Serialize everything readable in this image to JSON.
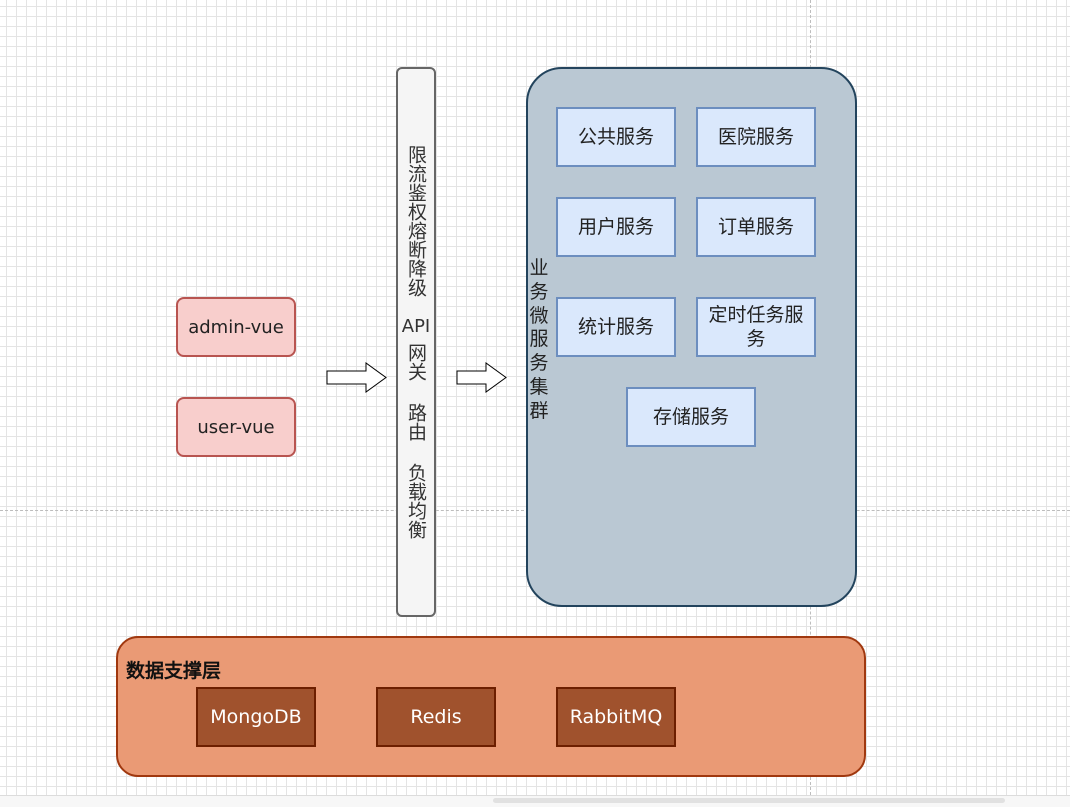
{
  "clients": [
    {
      "label": "admin-vue"
    },
    {
      "label": "user-vue"
    }
  ],
  "gateway": {
    "functions_top": "限流鉴权熔断降级",
    "api": "API",
    "gateway_cn": "网关",
    "routing": "路由",
    "load_balance": "负载均衡"
  },
  "cluster": {
    "label": "业务微服务集群",
    "services": [
      {
        "label": "公共服务"
      },
      {
        "label": "医院服务"
      },
      {
        "label": "用户服务"
      },
      {
        "label": "订单服务"
      },
      {
        "label": "统计服务"
      },
      {
        "label": "定时任务服务"
      },
      {
        "label": "存储服务"
      }
    ]
  },
  "data_layer": {
    "title": "数据支撑层",
    "stores": [
      {
        "label": "MongoDB"
      },
      {
        "label": "Redis"
      },
      {
        "label": "RabbitMQ"
      }
    ]
  },
  "colors": {
    "client_fill": "#f8cecc",
    "client_stroke": "#b85450",
    "gateway_fill": "#f5f5f5",
    "cluster_fill": "#bac8d3",
    "service_fill": "#dae8fc",
    "data_fill": "#ea9a75",
    "store_fill": "#a0522d"
  }
}
